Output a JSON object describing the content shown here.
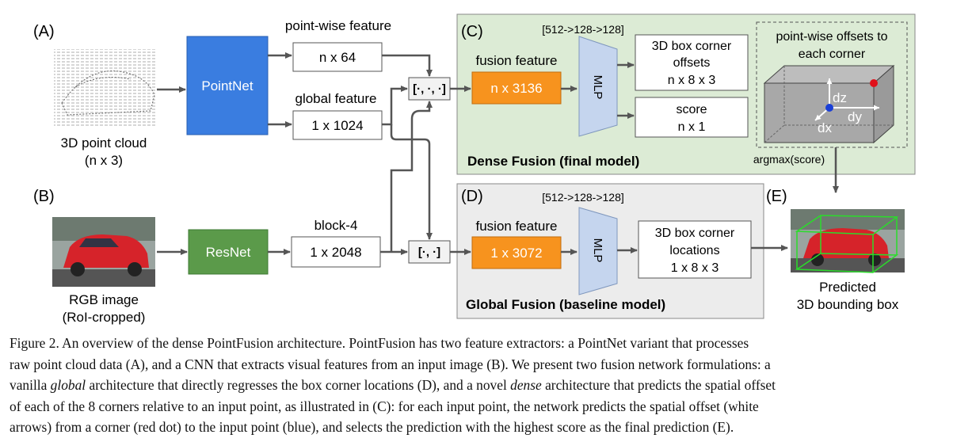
{
  "panels": {
    "a": "(A)",
    "b": "(B)",
    "c": "(C)",
    "d": "(D)",
    "e": "(E)"
  },
  "inputs": {
    "point_cloud_label": "3D point cloud",
    "point_cloud_size": "(n x 3)",
    "rgb_label": "RGB image",
    "rgb_size": "(RoI-cropped)"
  },
  "extractors": {
    "pointnet": "PointNet",
    "resnet": "ResNet"
  },
  "features": {
    "pointwise_title": "point-wise feature",
    "pointwise_size": "n x 64",
    "global_title": "global feature",
    "global_size": "1 x 1024",
    "block4_title": "block-4",
    "block4_size": "1 x 2048"
  },
  "concat": {
    "three": "[·, ·, ·]",
    "two": "[·, ·]"
  },
  "dense": {
    "mlp_dims": "[512->128->128]",
    "fusion_title": "fusion feature",
    "fusion_size": "n x 3136",
    "mlp": "MLP",
    "offsets_line1": "3D box corner",
    "offsets_line2": "offsets",
    "offsets_line3": "n x 8 x 3",
    "score_line1": "score",
    "score_line2": "n x 1",
    "title": "Dense Fusion (final model)",
    "inset_line1": "point-wise offsets to",
    "inset_line2": "each corner",
    "dz": "dz",
    "dy": "dy",
    "dx": "dx",
    "argmax": "argmax(score)"
  },
  "global": {
    "mlp_dims": "[512->128->128]",
    "fusion_title": "fusion feature",
    "fusion_size": "1 x 3072",
    "mlp": "MLP",
    "loc_line1": "3D box corner",
    "loc_line2": "locations",
    "loc_line3": "1 x 8 x 3",
    "title": "Global Fusion (baseline model)"
  },
  "output": {
    "line1": "Predicted",
    "line2": "3D bounding box"
  },
  "caption": {
    "line1": "Figure 2. An overview of the dense PointFusion architecture. PointFusion has two feature extractors: a PointNet variant that processes",
    "line2": "raw point cloud data (A), and a CNN that extracts visual features from an input image (B). We present two fusion network formulations: a",
    "line3_pre": "vanilla ",
    "line3_em1": "global",
    "line3_mid": " architecture that directly regresses the box corner locations (D), and a novel ",
    "line3_em2": "dense",
    "line3_post": " architecture that predicts the spatial offset",
    "line4": "of each of the 8 corners relative to an input point, as illustrated in (C): for each input point, the network predicts the spatial offset (white",
    "line5": "arrows) from a corner (red dot) to the input point (blue), and selects the prediction with the highest score as the final prediction (E)."
  },
  "colors": {
    "pointnet": "#3a7de0",
    "resnet": "#5b9a4a",
    "fusion": "#f7931e",
    "mlp": "#c5d5ee",
    "dense_bg": "#dcebd5",
    "global_bg": "#ececec",
    "arrow": "#555555"
  }
}
